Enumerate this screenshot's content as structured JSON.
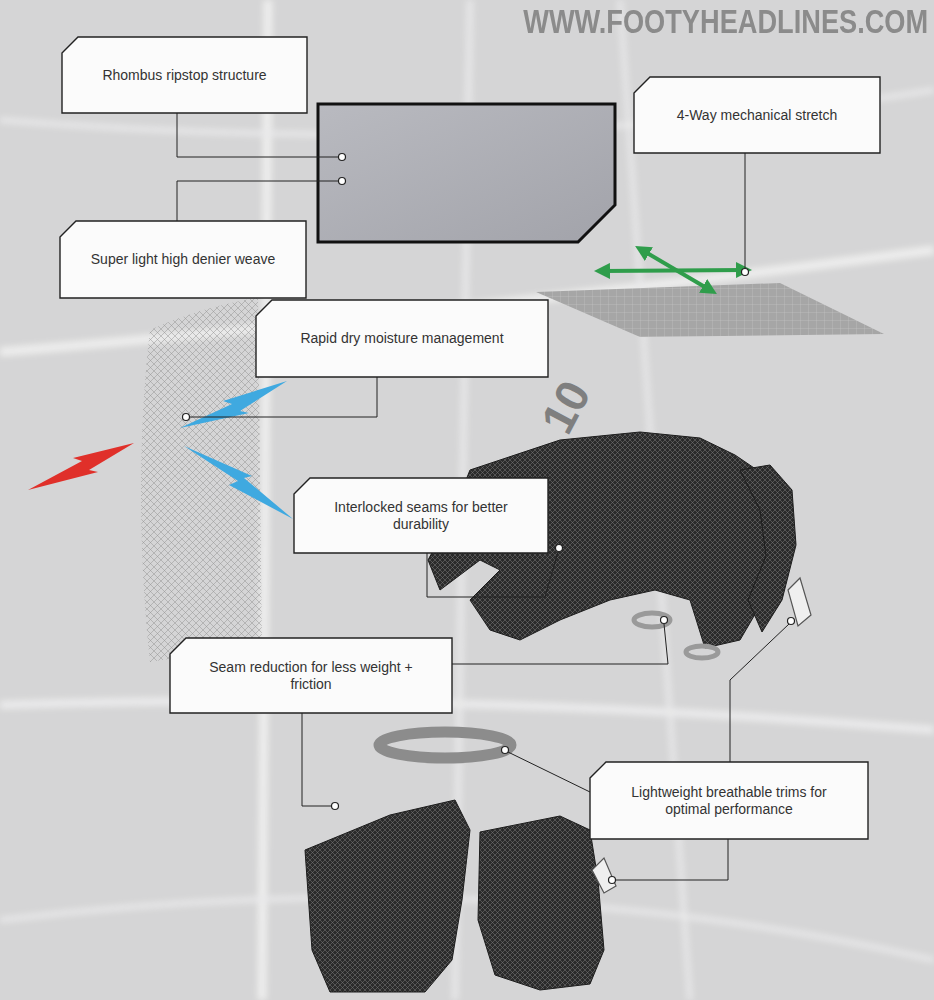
{
  "diagram": {
    "nodes": [
      {
        "text": [
          "Rhombus ripstop structure"
        ]
      },
      {
        "text": [
          "Super light high denier weave"
        ]
      },
      {
        "text": [
          "4-Way mechanical stretch"
        ]
      },
      {
        "text": [
          "Rapid dry moisture management"
        ]
      },
      {
        "text": [
          "Interlocked seams for better durability"
        ]
      },
      {
        "text": [
          "Seam reduction for less weight + friction"
        ]
      },
      {
        "text": [
          "Lightweight breathable trims for optimal performance"
        ]
      }
    ],
    "labels": [
      "WWW.FOOTYHEADLINES.COM",
      "10"
    ]
  }
}
